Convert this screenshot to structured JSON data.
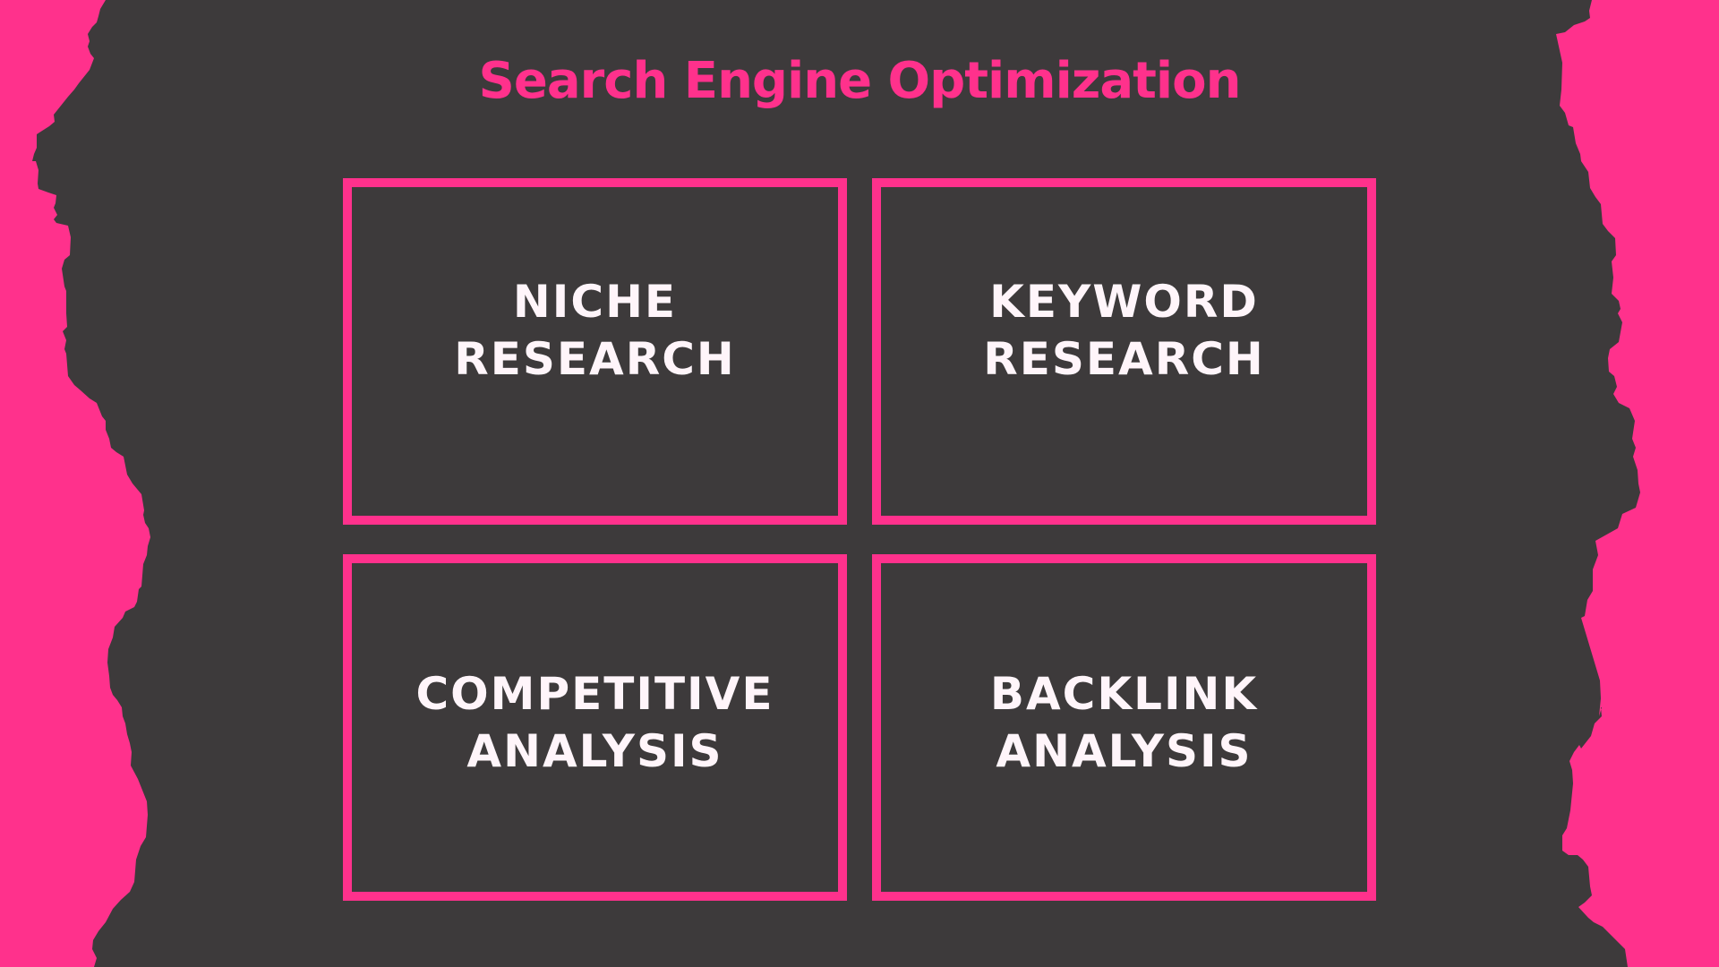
{
  "title": "Search Engine Optimization",
  "colors": {
    "accent": "#ff318c",
    "background": "#3d3a3b",
    "card_text": "#fff5fa"
  },
  "cards": [
    {
      "line1": "NICHE",
      "line2": "RESEARCH"
    },
    {
      "line1": "KEYWORD",
      "line2": "RESEARCH"
    },
    {
      "line1": "COMPETITIVE",
      "line2": "ANALYSIS"
    },
    {
      "line1": "BACKLINK",
      "line2": "ANALYSIS"
    }
  ]
}
